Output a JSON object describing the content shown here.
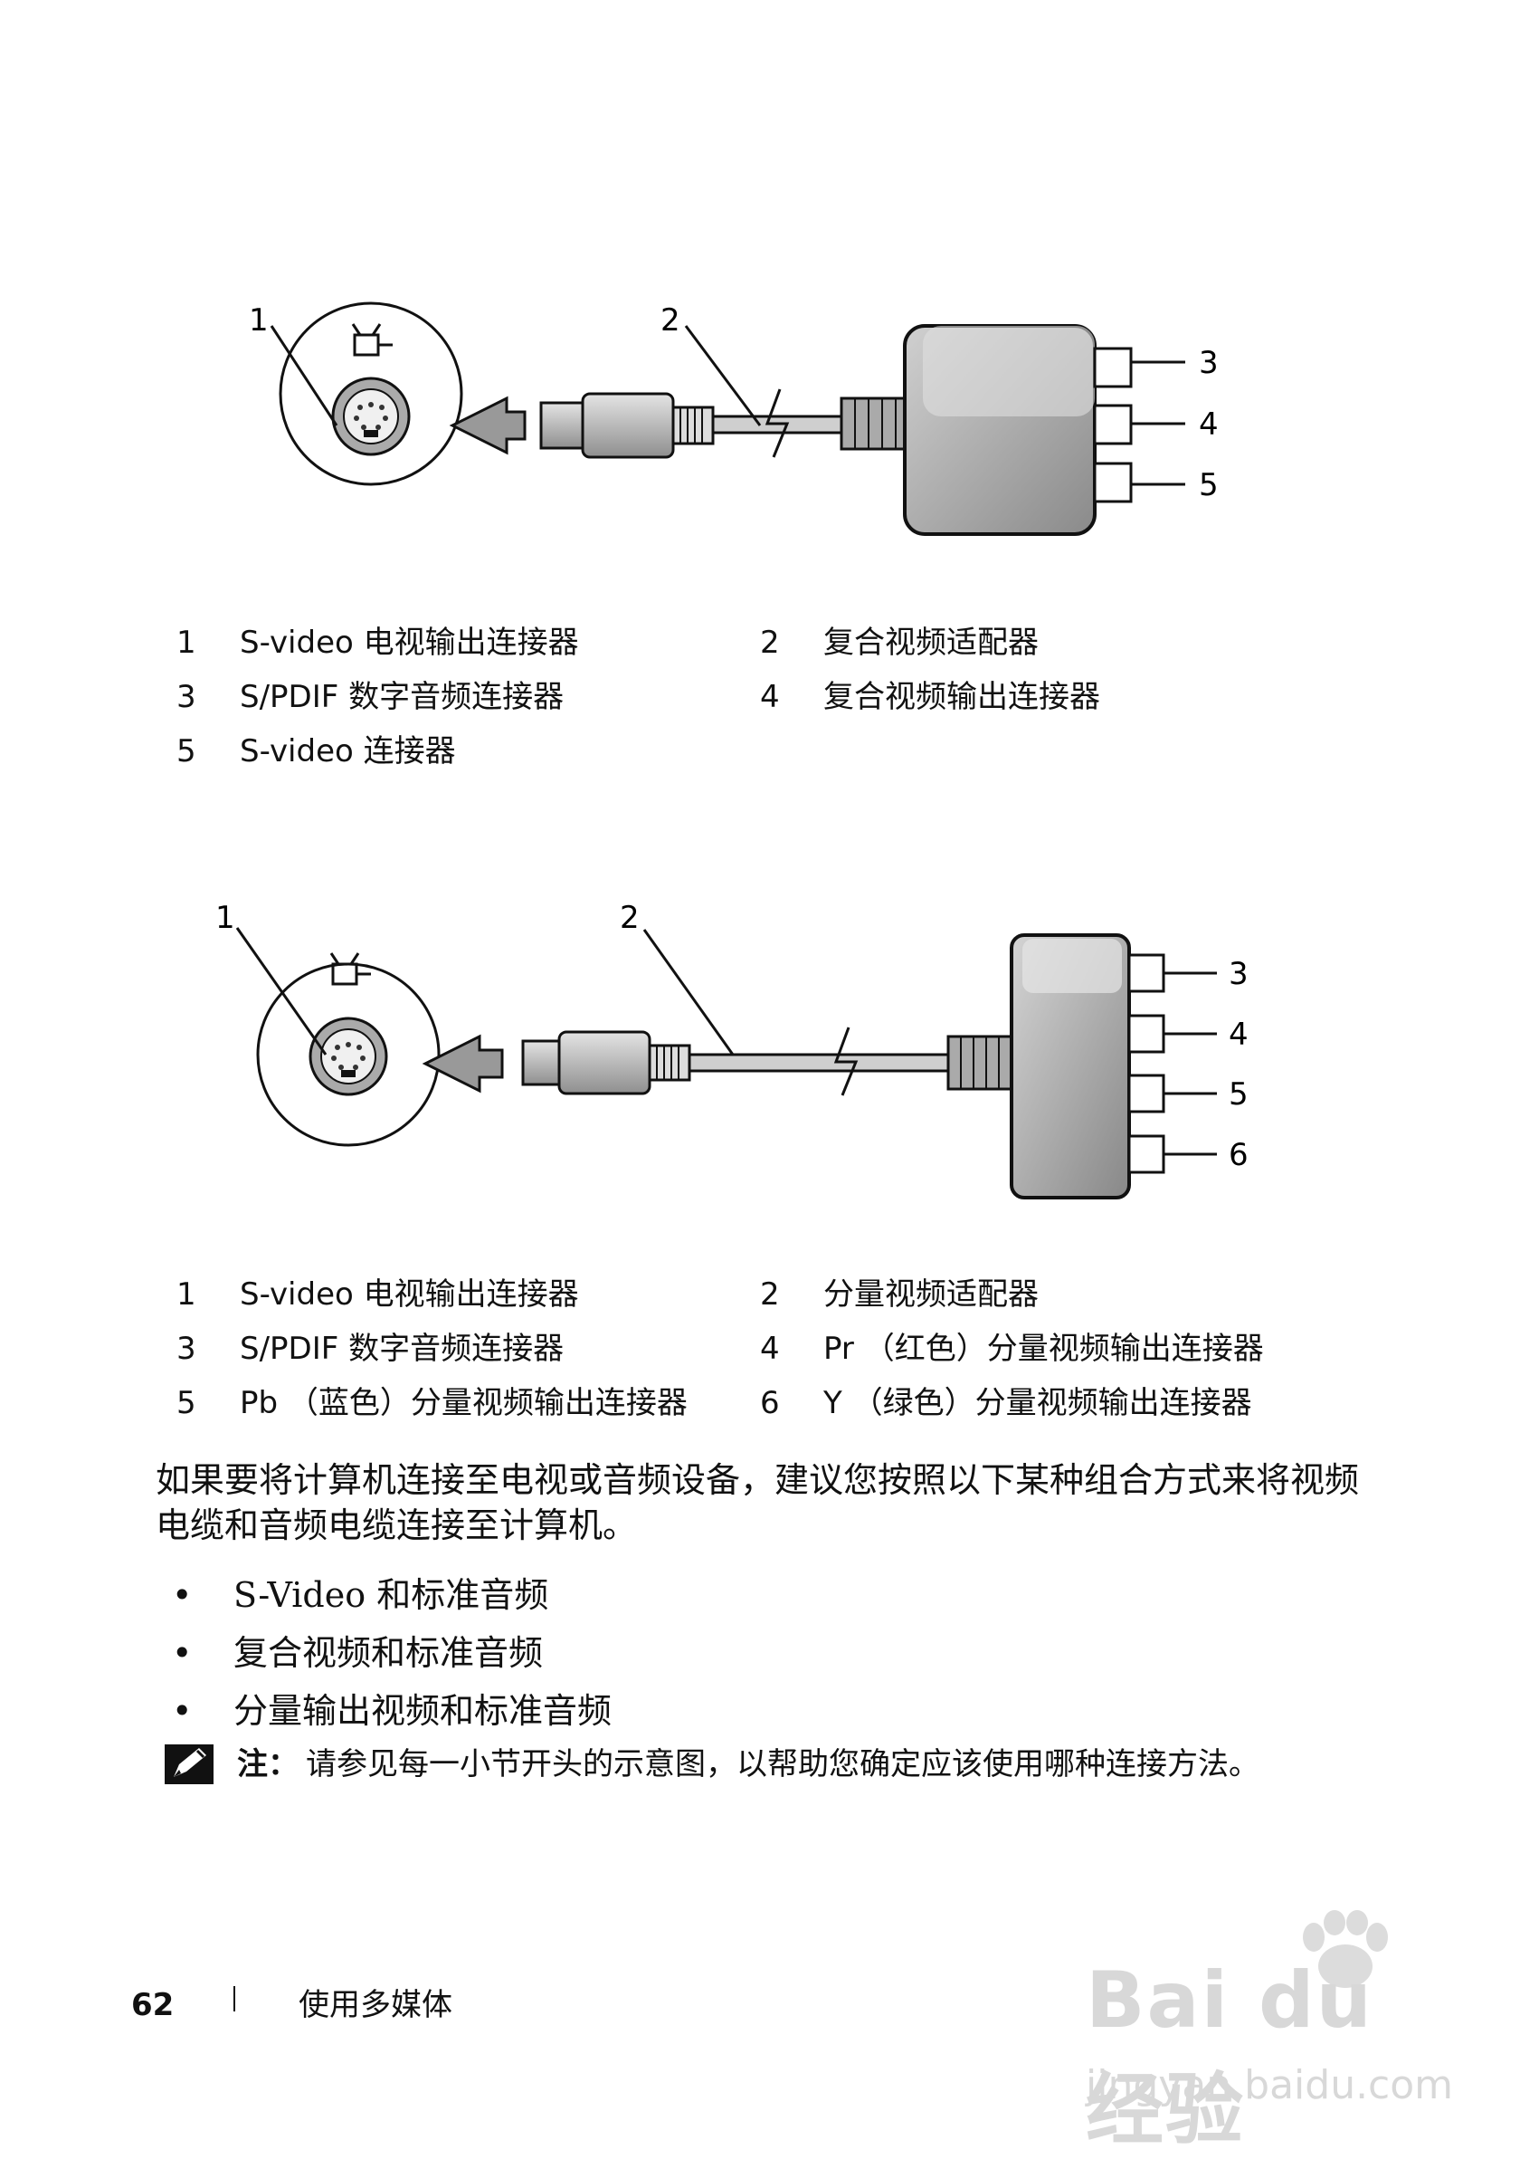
{
  "figure1": {
    "callouts": [
      "1",
      "2",
      "3",
      "4",
      "5"
    ],
    "legend": [
      {
        "num": "1",
        "text": "S-video 电视输出连接器"
      },
      {
        "num": "2",
        "text": "复合视频适配器"
      },
      {
        "num": "3",
        "text": "S/PDIF 数字音频连接器"
      },
      {
        "num": "4",
        "text": "复合视频输出连接器"
      },
      {
        "num": "5",
        "text": "S-video 连接器"
      }
    ]
  },
  "figure2": {
    "callouts": [
      "1",
      "2",
      "3",
      "4",
      "5",
      "6"
    ],
    "legend": [
      {
        "num": "1",
        "text": "S-video 电视输出连接器"
      },
      {
        "num": "2",
        "text": "分量视频适配器"
      },
      {
        "num": "3",
        "text": "S/PDIF 数字音频连接器"
      },
      {
        "num": "4",
        "text": "Pr （红色）分量视频输出连接器"
      },
      {
        "num": "5",
        "text": "Pb （蓝色）分量视频输出连接器"
      },
      {
        "num": "6",
        "text": "Y （绿色）分量视频输出连接器"
      }
    ]
  },
  "body": {
    "paragraph": "如果要将计算机连接至电视或音频设备，建议您按照以下某种组合方式来将视频电缆和音频电缆连接至计算机。",
    "bullet_symbol": "•",
    "bullets": [
      "S-Video 和标准音频",
      "复合视频和标准音频",
      "分量输出视频和标准音频"
    ]
  },
  "note": {
    "icon": "pencil-note-icon",
    "label": "注：",
    "text": "请参见每一小节开头的示意图，以帮助您确定应该使用哪种连接方法。"
  },
  "footer": {
    "page_number": "62",
    "section": "使用多媒体"
  },
  "watermark": {
    "brand": "Bai du 经验",
    "url": "jingyan.baidu.com"
  }
}
